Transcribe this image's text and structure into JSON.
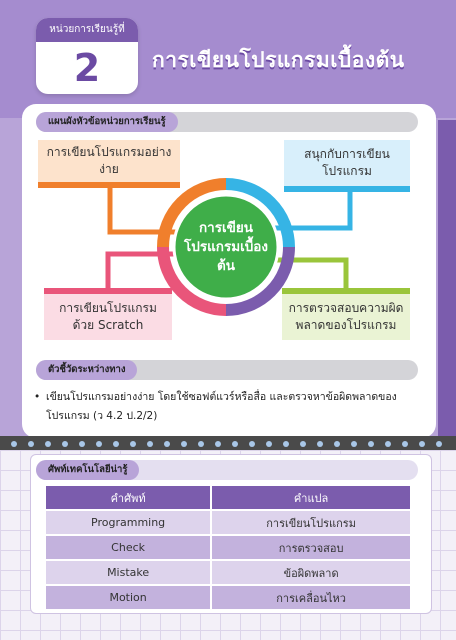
{
  "header": {
    "unit_label": "หน่วยการเรียนรู้ที่",
    "unit_number": "2",
    "title": "การเขียนโปรแกรมเบื้องต้น"
  },
  "concept_map": {
    "section_label": "แผนผังหัวข้อหน่วยการเรียนรู้",
    "center": "การเขียนโปรแกรมเบื้องต้น",
    "topics": [
      {
        "text": "การเขียนโปรแกรมอย่างง่าย",
        "color": "#f07f2c"
      },
      {
        "text": "สนุกกับการเขียนโปรแกรม",
        "color": "#36b4e5"
      },
      {
        "text": "การเขียนโปรแกรมด้วย Scratch",
        "color": "#e9557a"
      },
      {
        "text": "การตรวจสอบความผิดพลาดของโปรแกรม",
        "color": "#9ac53b"
      }
    ],
    "center_color": "#3fae49"
  },
  "indicator": {
    "section_label": "ตัวชี้วัดระหว่างทาง",
    "text": "เขียนโปรแกรมอย่างง่าย โดยใช้ซอฟต์แวร์หรือสื่อ และตรวจหาข้อผิดพลาดของโปรแกรม (ว 4.2 ป.2/2)"
  },
  "vocab": {
    "section_label": "ศัพท์เทคโนโลยีน่ารู้",
    "headers": [
      "คำศัพท์",
      "คำแปล"
    ],
    "rows": [
      {
        "word": "Programming",
        "meaning": "การเขียนโปรแกรม"
      },
      {
        "word": "Check",
        "meaning": "การตรวจสอบ"
      },
      {
        "word": "Mistake",
        "meaning": "ข้อผิดพลาด"
      },
      {
        "word": "Motion",
        "meaning": "การเคลื่อนไหว"
      }
    ]
  },
  "colors": {
    "accent": "#7b5cad",
    "header_bg": "#a58ccf"
  }
}
